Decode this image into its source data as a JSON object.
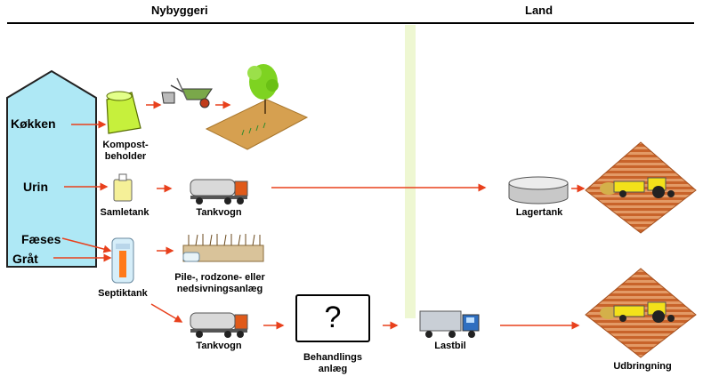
{
  "headers": {
    "left": "Nybyggeri",
    "right": "Land"
  },
  "sources": {
    "kitchen": "Køkken",
    "urine": "Urin",
    "feces": "Fæses",
    "greywater": "Gråt"
  },
  "labels": {
    "compost_bin": [
      "Kompost-",
      "beholder"
    ],
    "collection_tank": "Samletank",
    "tanker_top": "Tankvogn",
    "storage_tank": "Lagertank",
    "septic_tank": "Septiktank",
    "reed_bed": [
      "Pile-, rodzone- eller",
      "nedsivningsanlæg"
    ],
    "tanker_bottom": "Tankvogn",
    "treatment_plant": [
      "Behandlings",
      "anlæg"
    ],
    "truck": "Lastbil",
    "spreading": "Udbringning",
    "unknown_symbol": "?"
  },
  "colors": {
    "arrow": "#e8401c",
    "house": "#aee8f5",
    "field": "#c8632a",
    "band": "#eef7d2",
    "tanker": "#d9d9d9",
    "cab": "#e05a1a"
  }
}
